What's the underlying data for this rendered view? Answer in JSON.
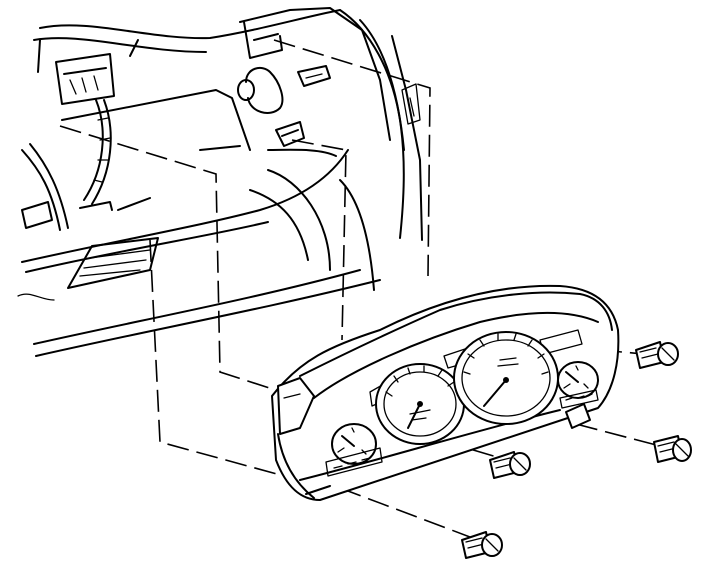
{
  "diagram": {
    "kind": "exploded-assembly-line-art",
    "labels": [],
    "gauges": [
      {
        "id": "tachometer",
        "marks": 6
      },
      {
        "id": "speedometer",
        "marks": 8
      },
      {
        "id": "fuel-gauge",
        "marks": 4
      },
      {
        "id": "temperature-gauge",
        "marks": 4
      }
    ],
    "fasteners": [
      {
        "id": "screw-upper-right"
      },
      {
        "id": "screw-lower-right"
      },
      {
        "id": "screw-center"
      },
      {
        "id": "screw-bottom"
      }
    ],
    "colors": {
      "ink": "#000000",
      "paper": "#ffffff"
    }
  }
}
